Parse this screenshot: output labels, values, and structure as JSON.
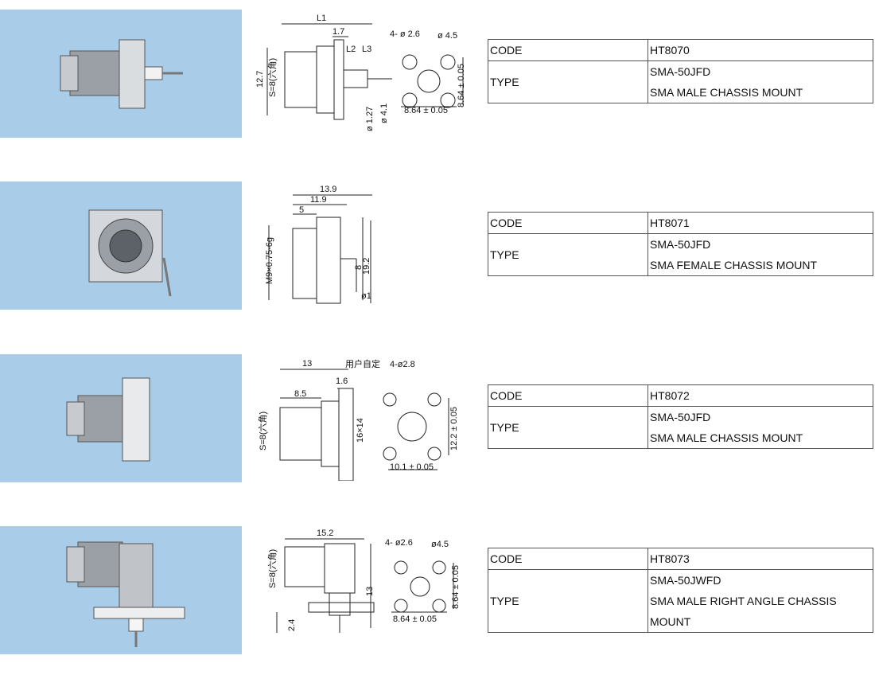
{
  "products": [
    {
      "code_label": "CODE",
      "code": "HT8070",
      "type_label": "TYPE",
      "type_lines": [
        "SMA-50JFD",
        "SMA MALE CHASSIS MOUNT"
      ],
      "dims": {
        "l1": "L1",
        "d17": "1.7",
        "l2": "L2",
        "l3": "L3",
        "h127": "12.7",
        "s8": "S=8(六角)",
        "d127": "ø 1.27",
        "d41": "ø 4.1",
        "holes": "4- ø 2.6",
        "d45": "ø 4.5",
        "v864": "8.64 ± 0.05",
        "h864": "8.64 ± 0.05"
      }
    },
    {
      "code_label": "CODE",
      "code": "HT8071",
      "type_label": "TYPE",
      "type_lines": [
        "SMA-50JFD",
        "SMA FEMALE CHASSIS MOUNT"
      ],
      "dims": {
        "d139": "13.9",
        "d119": "11.9",
        "d5": "5",
        "m9": "M9×0.75-6g",
        "d8": "8",
        "d192": "19.2",
        "d1": "ø1"
      }
    },
    {
      "code_label": "CODE",
      "code": "HT8072",
      "type_label": "TYPE",
      "type_lines": [
        "SMA-50JFD",
        "SMA MALE CHASSIS MOUNT"
      ],
      "dims": {
        "d13": "13",
        "user": "用户自定",
        "holes": "4-ø2.8",
        "d16": "1.6",
        "d85": "8.5",
        "s8": "S=8(六角)",
        "d1614": "16×14",
        "v122": "12.2 ± 0.05",
        "h101": "10.1 ± 0.05"
      }
    },
    {
      "code_label": "CODE",
      "code": "HT8073",
      "type_label": "TYPE",
      "type_lines": [
        "SMA-50JWFD",
        "SMA MALE RIGHT ANGLE CHASSIS",
        "MOUNT"
      ],
      "dims": {
        "d152": "15.2",
        "s8": "S=8(六角)",
        "d13": "13",
        "d24": "2.4",
        "holes": "4- ø2.6",
        "d45": "ø4.5",
        "v864": "8.64 ± 0.05",
        "h864": "8.64 ± 0.05"
      }
    }
  ]
}
